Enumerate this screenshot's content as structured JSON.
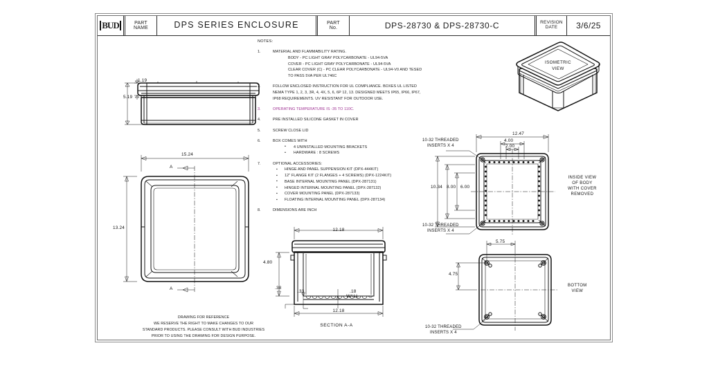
{
  "title_block": {
    "logo": "BUD",
    "part_name_label": "PART\nNAME",
    "part_name_label_l1": "PART",
    "part_name_label_l2": "NAME",
    "part_name_value": "DPS SERIES ENCLOSURE",
    "part_no_label_l1": "PART",
    "part_no_label_l2": "No.",
    "part_no_value": "DPS-28730 & DPS-28730-C",
    "revision_date_label_l1": "REVISION",
    "revision_date_label_l2": "DATE",
    "revision_date_value": "3/6/25"
  },
  "notes": {
    "heading": "NOTES:",
    "items": [
      {
        "num": "1.",
        "lines": [
          "MATERIAL AND FLAMMABILITY RATING.",
          "BODY - PC LIGHT GRAY POLYCARBONATE - UL94-5VA",
          "COVER - PC LIGHT GRAY POLYCARBONATE - UL94-5VA",
          "CLEAR COVER (C) - PC CLEAR POLYCARBONATE - UL94-V0 AND TESED",
          "TO PASS 5VA PER UL746C"
        ]
      },
      {
        "num": "2.",
        "lines": [
          "FOLLOW ENCLOSED INSTRUCTION FOR UL COMPLIANCE. BOXES UL LISTED",
          "NEMA TYPE 1, 2, 3, 3R, 4, 4X, 5, 6, 6P 12, 13. DESIGNED MEETS IP65, IP66, IP67,",
          "IP68 REQUIREMENTS. UV RESISTANT FOR OUTDOOR USE."
        ]
      },
      {
        "num": "3.",
        "highlight": true,
        "lines": [
          "OPERATING TEMPERATURE IS -35 TO 110C."
        ]
      },
      {
        "num": "4.",
        "lines": [
          "PRE INSTALLED SILICONE GASKET IN COVER"
        ]
      },
      {
        "num": "5.",
        "lines": [
          "SCREW CLOSE LID"
        ]
      },
      {
        "num": "6.",
        "lines": [
          "BOX COMES WITH"
        ],
        "bullets_dot": [
          "4 UNINSTALLED MOUNTING BRACKETS",
          "HARDWARE : 8 SCREWS"
        ]
      },
      {
        "num": "7.",
        "lines": [
          "OPTIONAL ACCESSORIES:"
        ],
        "bullets": [
          "HINGE AND PANEL SUPPENSION KIT (DPX-444KIT)",
          "12\" FLANGE KIT (2 FLANGES + 4 SCREWS)  (DPX-1224KIT)",
          "BASE INTERNAL MOUNTING PANEL  (DPX-287131)",
          "HINGED INTERNAL MOUNTING PANEL  (DPX-287132)",
          "COVER MOUNTING PANEL  (DPX-287133)",
          "FLOATING INTERNAL MOUNTING PANEL  (DPX-287134)"
        ]
      },
      {
        "num": "8.",
        "lines": [
          "DIMENSIONS ARE INCH"
        ]
      }
    ]
  },
  "views": {
    "isometric": {
      "label_l1": "ISOMETRIC",
      "label_l2": "VIEW"
    },
    "side_elevation": {
      "dim_cover_height": "1.19",
      "dim_overall_height": "5.19"
    },
    "top_plan": {
      "dim_width": "15.24",
      "dim_height": "13.24",
      "section_mark_top": "A",
      "section_mark_bottom": "A"
    },
    "section_aa": {
      "title": "SECTION A-A",
      "dim_top_width": "12.18",
      "dim_bottom_width": "12.18",
      "dim_inner_height": "4.80",
      "dim_base_thickness": ".38",
      "dim_rib": ".33",
      "dim_wall": ".18",
      "wall_label": "WALL"
    },
    "inside_view": {
      "label_l1": "INSIDE VIEW",
      "label_l2": "OF BODY",
      "label_l3": "WITH COVER",
      "label_l4": "REMOVED",
      "dim_width": "12.47",
      "dim_4_00": "4.00",
      "dim_2_00": "2.00",
      "dim_10_34": "10.34",
      "dim_8_00": "8.00",
      "dim_6_00": "6.00",
      "insert_note_top_l1": "10-32 THREADED",
      "insert_note_top_l2": "INSERTS X 4",
      "insert_note_bottom_l1": "10-32 THREADED",
      "insert_note_bottom_l2": "INSERTS X 4"
    },
    "bottom_view": {
      "label_l1": "BOTTOM",
      "label_l2": "VIEW",
      "dim_5_75": "5.75",
      "dim_4_75": "4.75",
      "insert_note_l1": "10-32 THREADED",
      "insert_note_l2": "INSERTS X 4"
    }
  },
  "disclaimer": {
    "line1": "DRAWING FOR REFERENCE",
    "line2": "WE RESERVE THE RIGHT TO MAKE CHANGES TO OUR",
    "line3": "STANDARD PRODUCTS. PLEASE CONSULT WITH BUD INDUSTRIES",
    "line4": "PRIOR TO USING THE DRAWING FOR DESIGN PURPOSE."
  },
  "colors": {
    "line": "#111111",
    "frame": "#6f6f6f",
    "highlight_note": "#9b2a8f",
    "background": "#ffffff"
  }
}
